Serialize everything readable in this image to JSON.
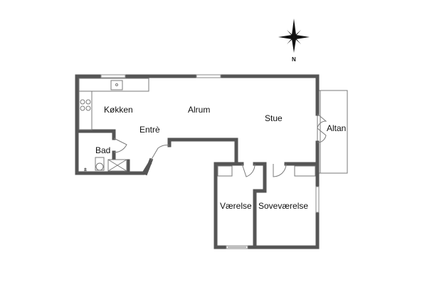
{
  "rooms": {
    "kitchen": "Køkken",
    "living_room": "Alrum",
    "hall": "Entrè",
    "lounge": "Stue",
    "balcony": "Altan",
    "bathroom": "Bad",
    "room": "Værelse",
    "bedroom": "Soveværelse"
  },
  "compass": {
    "north_label": "N"
  },
  "colors": {
    "wall": "#555555",
    "line": "#7a7a7a",
    "background": "#ffffff"
  }
}
